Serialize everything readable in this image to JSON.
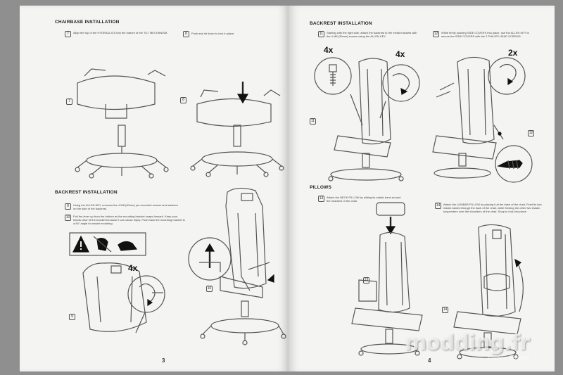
{
  "left_page": {
    "chairbase": {
      "title": "CHAIRBASE INSTALLATION",
      "step1_num": "7",
      "step1_text": "Align the top of the HYDRAULICS into the bottom of the TILT MECHANISM.",
      "step2_num": "8",
      "step2_text": "Push and sit down to lock in place."
    },
    "backrest": {
      "title": "BACKREST INSTALLATION",
      "step1_num": "9",
      "step1_text": "Using the ALLEN KEY, unscrew the 4 M8 (30mm) pre-mounted screws and washers on the side of the backrest.",
      "step2_num": "10",
      "step2_text": "Pull the lever up from the bottom as the mounting bracket snaps forward. Keep your hands clear of the bracket because it can cause injury. Push back the mounting bracket to a 90° angle for easier mounting.",
      "multiplier": "4x"
    },
    "page_number": "3"
  },
  "right_page": {
    "backrest": {
      "title": "BACKREST INSTALLATION",
      "step1_num": "11",
      "step1_text": "Starting with the right side, attach the backrest to the metal brackets with the 4 M8 (30mm) screws using the ALLEN KEY.",
      "step2_num": "12",
      "step2_text": "While firmly pushing SIDE COVERS into place, use the ALLEN KEY to secure the SIDE COVERS with the 2 PHILIPS HEAD SCREWS.",
      "multiplier_a": "4x",
      "multiplier_b": "4x",
      "multiplier_c": "2x"
    },
    "pillows": {
      "title": "PILLOWS",
      "step1_num": "13",
      "step1_text": "Attach the NECK PILLOW by sliding its elastic band around the headrest of the chair.",
      "step2_num": "14",
      "step2_text": "Attach the LUMBAR PILLOW by placing it at the base of the chair. Feed its two elastic bands through the back of the chair, while feeding the other two elastic suspenders over the shoulders of the chair. Snap to lock into place."
    },
    "page_number": "4"
  },
  "watermark": {
    "text": "modding.fr",
    "sub": "Franck Bonnet"
  },
  "colors": {
    "paper": "#f4f4f2",
    "ink": "#555555",
    "background": "#8f8f8f"
  }
}
